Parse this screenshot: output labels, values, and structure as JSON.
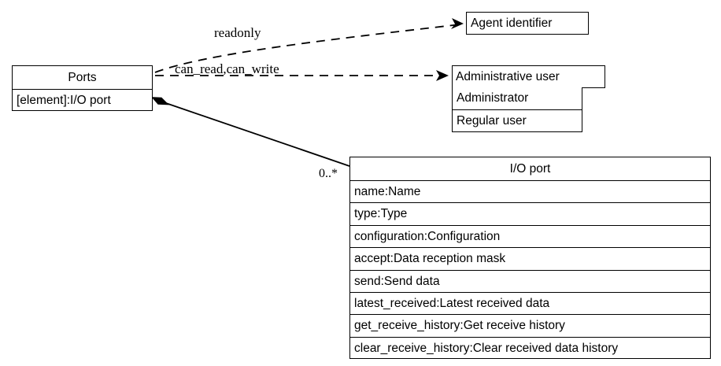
{
  "diagram": {
    "type": "uml-class-diagram",
    "background": "#ffffff",
    "line_color": "#000000"
  },
  "classes": {
    "ports": {
      "name": "Ports",
      "attributes": [
        "[element]:I/O port"
      ]
    },
    "agent_identifier": {
      "name": "Agent identifier",
      "attributes": []
    },
    "administrative_user": {
      "name": "Administrative user",
      "attributes": [
        "Administrator",
        "Regular user"
      ]
    },
    "io_port": {
      "name": "I/O port",
      "attributes": [
        "name:Name",
        "type:Type",
        "configuration:Configuration",
        "accept:Data reception mask",
        "send:Send data",
        "latest_received:Latest received data",
        "get_receive_history:Get receive history",
        "clear_receive_history:Clear received data history"
      ]
    }
  },
  "edges": {
    "readonly": {
      "label": "readonly",
      "style": "dashed",
      "arrow": "open",
      "from": "ports",
      "to": "agent_identifier"
    },
    "can_read_can_write": {
      "label": "can_read,can_write",
      "style": "dashed",
      "arrow": "open",
      "from": "ports",
      "to": "administrative_user"
    },
    "composition": {
      "label": "0..*",
      "style": "solid",
      "arrow": "filled-diamond",
      "from": "ports",
      "to": "io_port"
    }
  }
}
